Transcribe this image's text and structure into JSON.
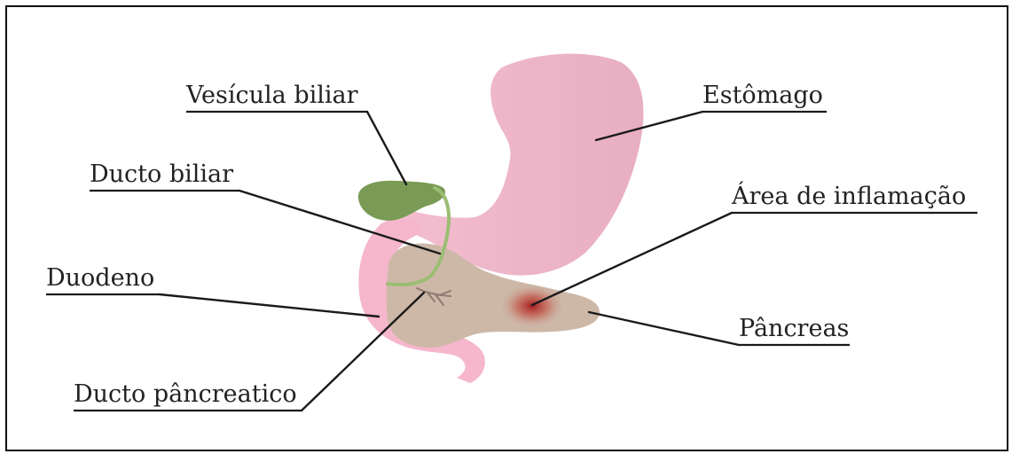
{
  "labels": {
    "gallbladder": "Vesícula biliar",
    "bile_duct": "Ducto biliar",
    "duodenum": "Duodeno",
    "pancreatic_duct": "Ducto pâncreatico",
    "stomach": "Estômago",
    "inflammation": "Área de inflamação",
    "pancreas": "Pâncreas"
  },
  "colors": {
    "stomach": "#eeb6c8",
    "duodenum": "#f6b6cb",
    "pancreas": "#cdb8a8",
    "gallbladder": "#7a9b55",
    "bile_duct": "#9bbd73",
    "inflammation": "#9b1818",
    "lines": "#1a1a1a"
  }
}
